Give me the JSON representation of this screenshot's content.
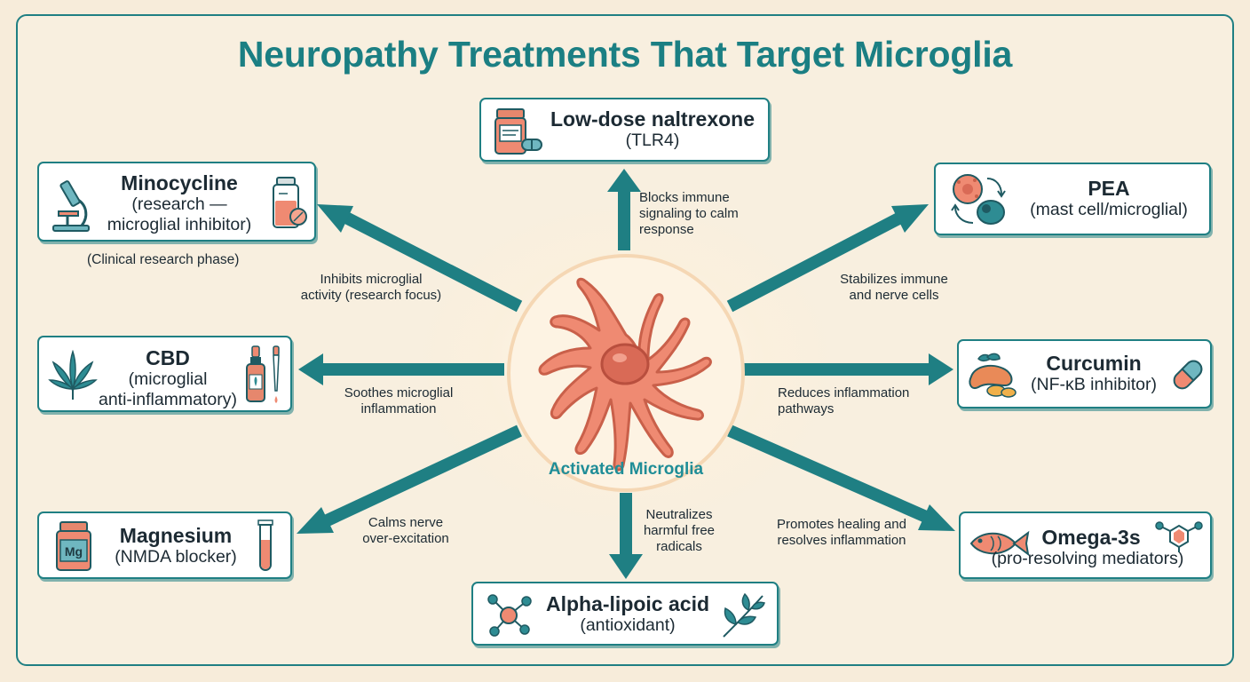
{
  "title": "Neuropathy Treatments That Target Microglia",
  "center": {
    "label": "Activated Microglia",
    "icon": "microglia-cell-icon",
    "fill": "#ef8a72",
    "stroke": "#c9604a"
  },
  "colors": {
    "accent": "#1f7f83",
    "background": "#f7ecda",
    "text": "#1c2a33"
  },
  "treatments": {
    "ldn": {
      "name": "Low-dose naltrexone",
      "sub": "(TLR4)",
      "action": [
        "Blocks immune",
        "signaling to calm",
        "response"
      ],
      "icon": "pill-bottle-icon"
    },
    "minocycline": {
      "name": "Minocycline",
      "sub": [
        "(research —",
        "microglial inhibitor)"
      ],
      "note": "(Clinical research phase)",
      "action": [
        "Inhibits microglial",
        "activity (research focus)"
      ],
      "icons": [
        "microscope-icon",
        "medicine-vial-icon"
      ]
    },
    "pea": {
      "name": "PEA",
      "sub": "(mast cell/microglial)",
      "action": [
        "Stabilizes immune",
        "and nerve cells"
      ],
      "icon": "cell-cycle-icon"
    },
    "cbd": {
      "name": "CBD",
      "sub": [
        "(microglial",
        "anti-inflammatory)"
      ],
      "action": [
        "Soothes microglial",
        "inflammation"
      ],
      "icons": [
        "cannabis-leaf-icon",
        "dropper-bottle-icon"
      ]
    },
    "curcumin": {
      "name": "Curcumin",
      "sub": "(NF-κB inhibitor)",
      "action": [
        "Reduces inflammation",
        "pathways"
      ],
      "icons": [
        "turmeric-root-icon",
        "capsule-icon"
      ]
    },
    "magnesium": {
      "name": "Magnesium",
      "sub": "(NMDA blocker)",
      "jar_label": "Mg",
      "action": [
        "Calms nerve",
        "over-excitation"
      ],
      "icons": [
        "mg-jar-icon",
        "test-tube-icon"
      ]
    },
    "ala": {
      "name": "Alpha-lipoic acid",
      "sub": "(antioxidant)",
      "action": [
        "Neutralizes",
        "harmful free",
        "radicals"
      ],
      "icons": [
        "molecule-icon",
        "leaf-sprig-icon"
      ]
    },
    "omega": {
      "name": "Omega-3s",
      "sub": "(pro-resolving mediators)",
      "action": [
        "Promotes healing and",
        "resolves inflammation"
      ],
      "icons": [
        "fish-icon",
        "molecule-icon"
      ]
    }
  }
}
